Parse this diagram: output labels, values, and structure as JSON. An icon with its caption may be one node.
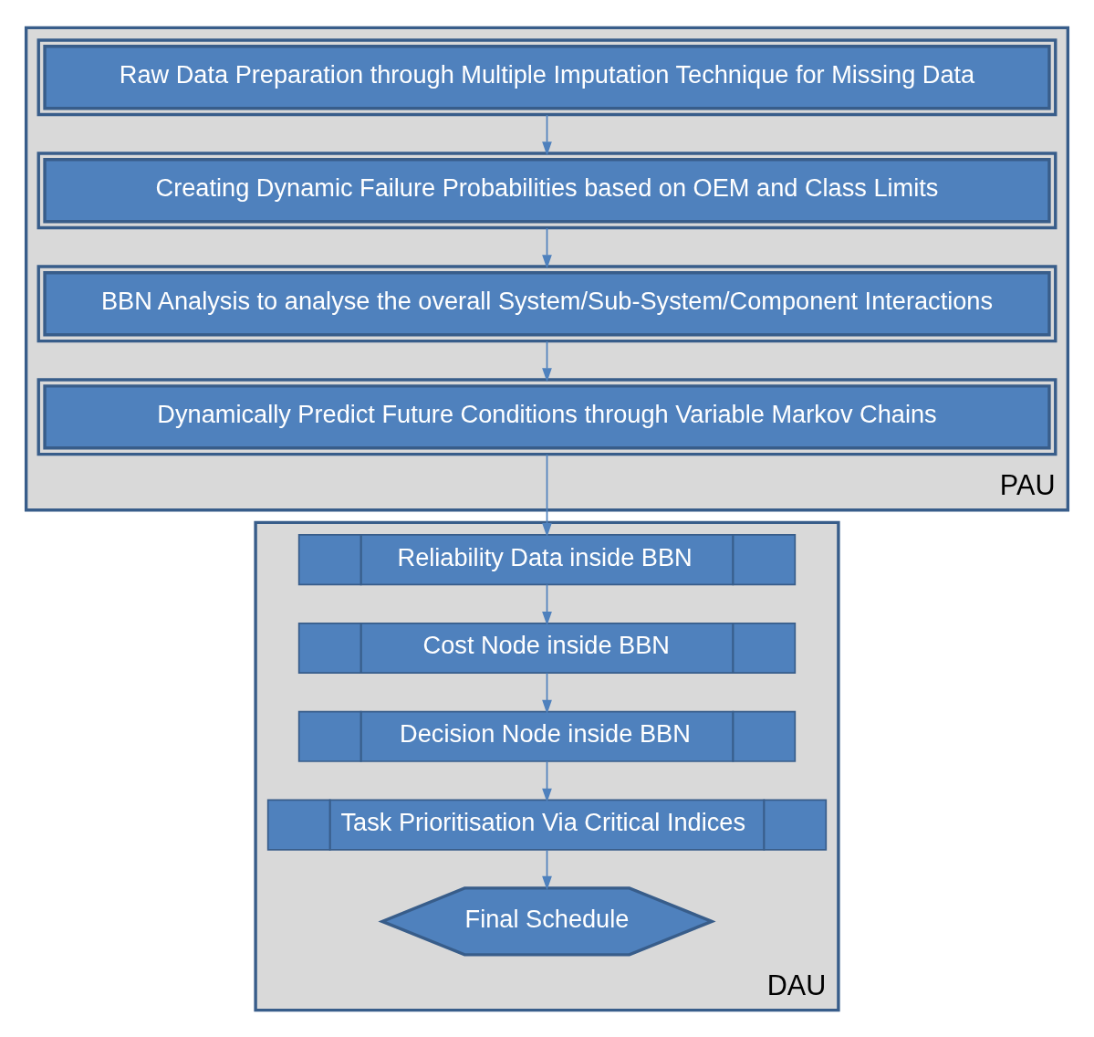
{
  "diagram": {
    "nodes": [
      {
        "text": [
          "PAU"
        ]
      },
      {
        "text": [
          "Raw Data Preparation through Multiple Imputation Technique for Missing Data"
        ],
        "in": 0
      },
      {
        "text": [
          "Creating Dynamic Failure Probabilities based on OEM and Class Limits"
        ],
        "in": 0
      },
      {
        "text": [
          "BBN Analysis to analyse the overall System/Sub-System/Component Interactions"
        ],
        "in": 0
      },
      {
        "text": [
          "Dynamically Predict Future Conditions through Variable Markov Chains"
        ],
        "in": 0
      },
      {
        "text": [
          "DAU"
        ]
      },
      {
        "text": [
          "Reliability Data inside BBN"
        ],
        "in": 5
      },
      {
        "text": [
          "Cost Node inside BBN"
        ],
        "in": 5
      },
      {
        "text": [
          "Decision Node inside BBN"
        ],
        "in": 5
      },
      {
        "text": [
          "Task Prioritisation Via Critical Indices"
        ],
        "in": 5
      },
      {
        "text": [
          "Final Schedule"
        ],
        "in": 5
      }
    ],
    "edges": [
      {
        "from": 1,
        "to": 2,
        "arrow": "to"
      },
      {
        "from": 2,
        "to": 3,
        "arrow": "to"
      },
      {
        "from": 3,
        "to": 4,
        "arrow": "to"
      },
      {
        "from": 4,
        "to": 6,
        "arrow": "to"
      },
      {
        "from": 6,
        "to": 7,
        "arrow": "to"
      },
      {
        "from": 7,
        "to": 8,
        "arrow": "to"
      },
      {
        "from": 8,
        "to": 9,
        "arrow": "to"
      },
      {
        "from": 9,
        "to": 10,
        "arrow": "to"
      }
    ]
  }
}
